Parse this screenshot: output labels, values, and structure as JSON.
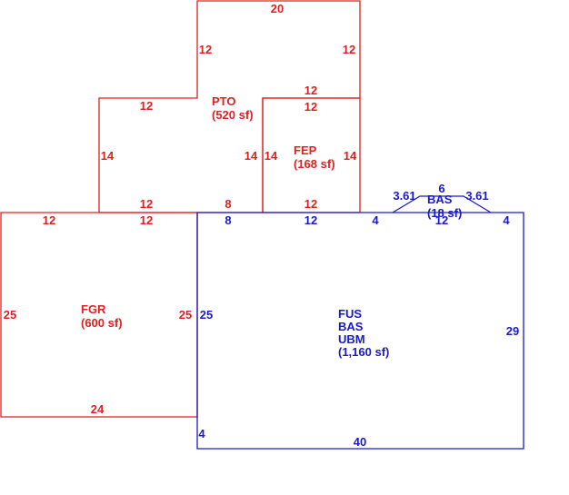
{
  "colors": {
    "red": "#e02020",
    "blue": "#1a1acc",
    "background": "#ffffff"
  },
  "areas": {
    "pto": {
      "code": "PTO",
      "area": "(520 sf)"
    },
    "fep": {
      "code": "FEP",
      "area": "(168 sf)"
    },
    "fgr": {
      "code": "FGR",
      "area": "(600 sf)"
    },
    "main": {
      "codes": [
        "FUS",
        "BAS",
        "UBM"
      ],
      "area": "(1,160 sf)"
    },
    "bay": {
      "code": "BAS",
      "area": "(18 sf)"
    }
  },
  "dimensions": {
    "pto_top": "20",
    "pto_left_upper": "12",
    "pto_right_upper": "12",
    "pto_mid_horizontal": "12",
    "pto_step": "12",
    "pto_left": "14",
    "pto_right": "14",
    "pto_bottom_left": "12",
    "pto_bottom_right": "8",
    "fep_top": "12",
    "fep_left": "14",
    "fep_right": "14",
    "fep_bottom": "12",
    "fgr_top_left": "12",
    "fgr_top_right": "12",
    "fgr_left": "25",
    "fgr_right": "25",
    "fgr_bottom": "24",
    "main_top_left": "8",
    "main_top_mid": "12",
    "main_top_seg1": "4",
    "main_top_seg2": "12",
    "main_top_seg3": "4",
    "main_left": "25",
    "main_left_lower": "4",
    "main_right": "29",
    "main_bottom": "40",
    "bay_left": "3.61",
    "bay_top": "6",
    "bay_right": "3.61"
  }
}
